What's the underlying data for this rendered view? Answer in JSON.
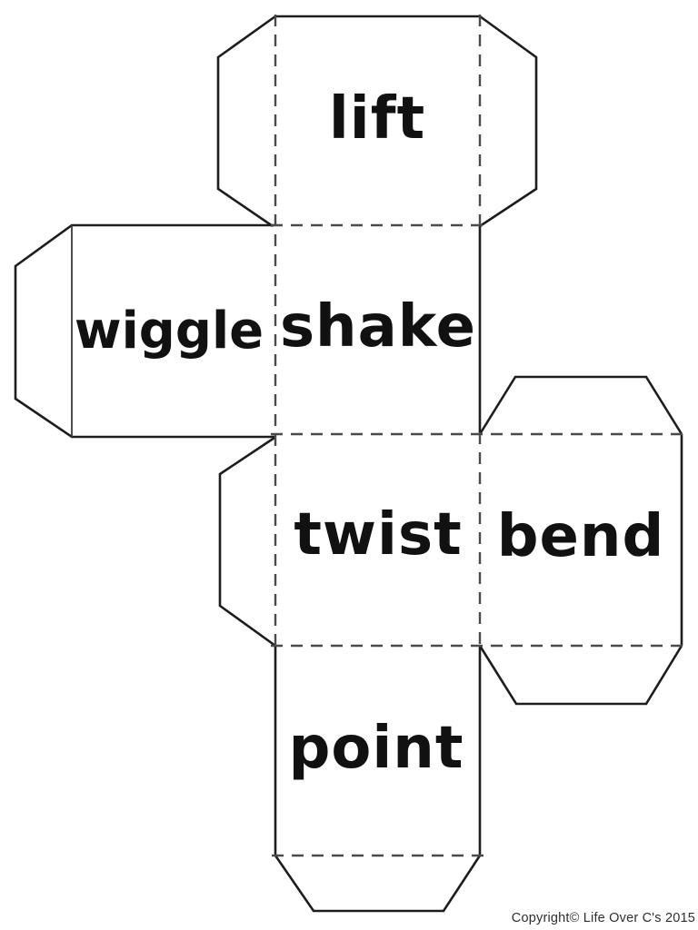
{
  "document": {
    "copyright": "Copyright© Life Over C's 2015"
  },
  "cube_net": {
    "faces": [
      {
        "id": "lift",
        "label": "lift"
      },
      {
        "id": "wiggle",
        "label": "wiggle"
      },
      {
        "id": "shake",
        "label": "shake"
      },
      {
        "id": "twist",
        "label": "twist"
      },
      {
        "id": "bend",
        "label": "bend"
      },
      {
        "id": "point",
        "label": "point"
      }
    ],
    "colors": {
      "cut_line": "#1d1d1d",
      "fold_line": "#4a4a4a",
      "paper": "#ffffff",
      "text": "#111111"
    }
  }
}
